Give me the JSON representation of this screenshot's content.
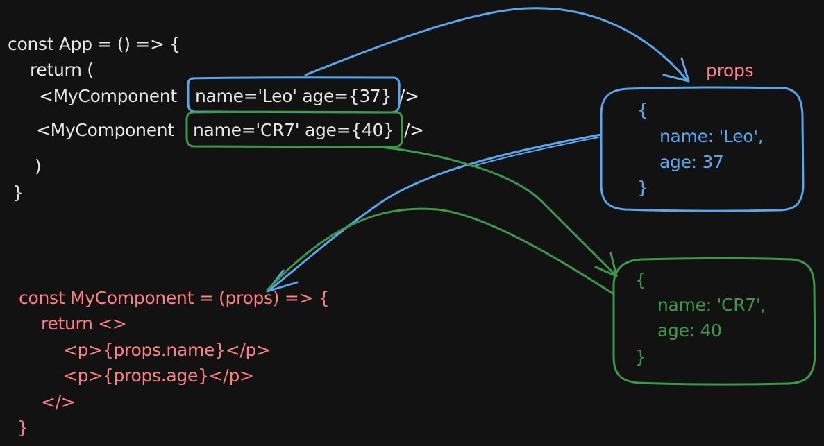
{
  "app_code": {
    "line1": "const App = () => {",
    "line2": "return (",
    "line3_tag": "<MyComponent",
    "line3_props": "name='Leo' age={37}",
    "line3_close": "/>",
    "line4_tag": "<MyComponent",
    "line4_props": "name='CR7' age={40}",
    "line4_close": "/>",
    "line5": ")",
    "line6": "}"
  },
  "component_code": {
    "line1": "const MyComponent = (props) => {",
    "line2": "return <>",
    "line3": "<p>{props.name}</p>",
    "line4": "<p>{props.age}</p>",
    "line5": "</>",
    "line6": "}"
  },
  "props_label": "props",
  "leo_props_box": {
    "open": "{",
    "name_line": "name: 'Leo',",
    "age_line": "age: 37",
    "close": "}"
  },
  "cr7_props_box": {
    "open": "{",
    "name_line": "name: 'CR7',",
    "age_line": "age: 40",
    "close": "}"
  },
  "colors": {
    "background": "#121212",
    "code_text": "#e6e6e6",
    "component_text": "#ff7f7f",
    "leo_blue": "#58a6ee",
    "cr7_green": "#3a9a48"
  }
}
